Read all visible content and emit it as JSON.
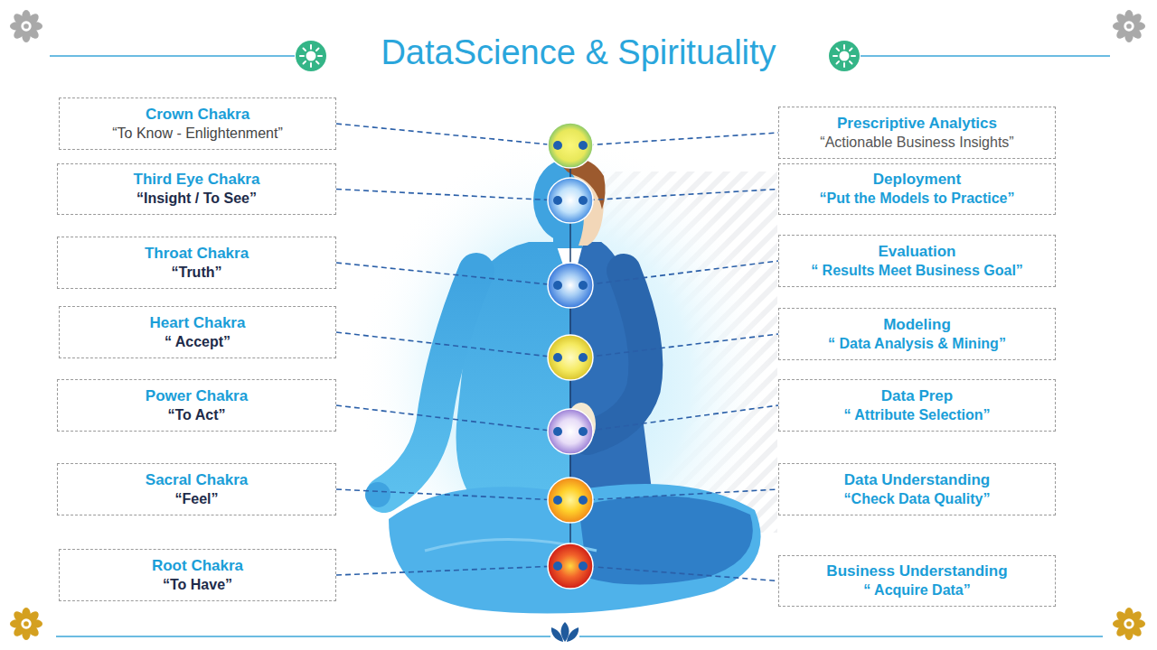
{
  "diagram": {
    "title": "DataScience & Spirituality",
    "nodes": [
      {
        "text": [
          "Crown Chakra",
          "“To Know - Enlightenment”"
        ]
      },
      {
        "text": [
          "Third Eye Chakra",
          "“Insight / To See”"
        ]
      },
      {
        "text": [
          "Throat Chakra",
          "“Truth”"
        ]
      },
      {
        "text": [
          "Heart Chakra",
          "“ Accept”"
        ]
      },
      {
        "text": [
          "Power Chakra",
          "“To Act”"
        ]
      },
      {
        "text": [
          "Sacral Chakra",
          "“Feel”"
        ]
      },
      {
        "text": [
          "Root Chakra",
          "“To Have”"
        ]
      },
      {
        "text": [
          "Prescriptive Analytics",
          "“Actionable Business Insights”"
        ]
      },
      {
        "text": [
          "Deployment",
          "“Put the Models to Practice”"
        ]
      },
      {
        "text": [
          "Evaluation",
          "“ Results Meet Business Goal”"
        ]
      },
      {
        "text": [
          "Modeling",
          "“ Data Analysis & Mining”"
        ]
      },
      {
        "text": [
          "Data Prep",
          "“ Attribute Selection”"
        ]
      },
      {
        "text": [
          "Data Understanding",
          "“Check Data Quality”"
        ]
      },
      {
        "text": [
          "Business Understanding",
          "“ Acquire Data”"
        ]
      }
    ],
    "edges": [
      {
        "from": 0,
        "to": 7,
        "arrow": "none"
      },
      {
        "from": 1,
        "to": 8,
        "arrow": "none"
      },
      {
        "from": 2,
        "to": 9,
        "arrow": "none"
      },
      {
        "from": 3,
        "to": 10,
        "arrow": "none"
      },
      {
        "from": 4,
        "to": 11,
        "arrow": "none"
      },
      {
        "from": 5,
        "to": 12,
        "arrow": "none"
      },
      {
        "from": 6,
        "to": 13,
        "arrow": "none"
      }
    ]
  }
}
